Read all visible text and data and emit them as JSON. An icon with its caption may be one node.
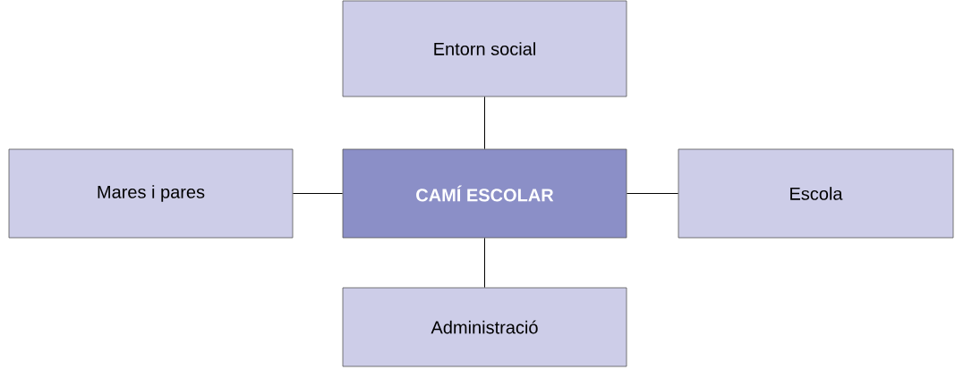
{
  "diagram": {
    "nodes": [
      {
        "text": [
          "Entorn social"
        ]
      },
      {
        "text": [
          "Mares i pares"
        ]
      },
      {
        "text": [
          "CAMÍ ESCOLAR"
        ]
      },
      {
        "text": [
          "Escola"
        ]
      },
      {
        "text": [
          "Administració"
        ]
      }
    ],
    "edges": [
      {
        "from": 2,
        "to": 0,
        "arrow": "none"
      },
      {
        "from": 1,
        "to": 2,
        "arrow": "none"
      },
      {
        "from": 2,
        "to": 3,
        "arrow": "none"
      },
      {
        "from": 2,
        "to": 4,
        "arrow": "none"
      }
    ]
  }
}
